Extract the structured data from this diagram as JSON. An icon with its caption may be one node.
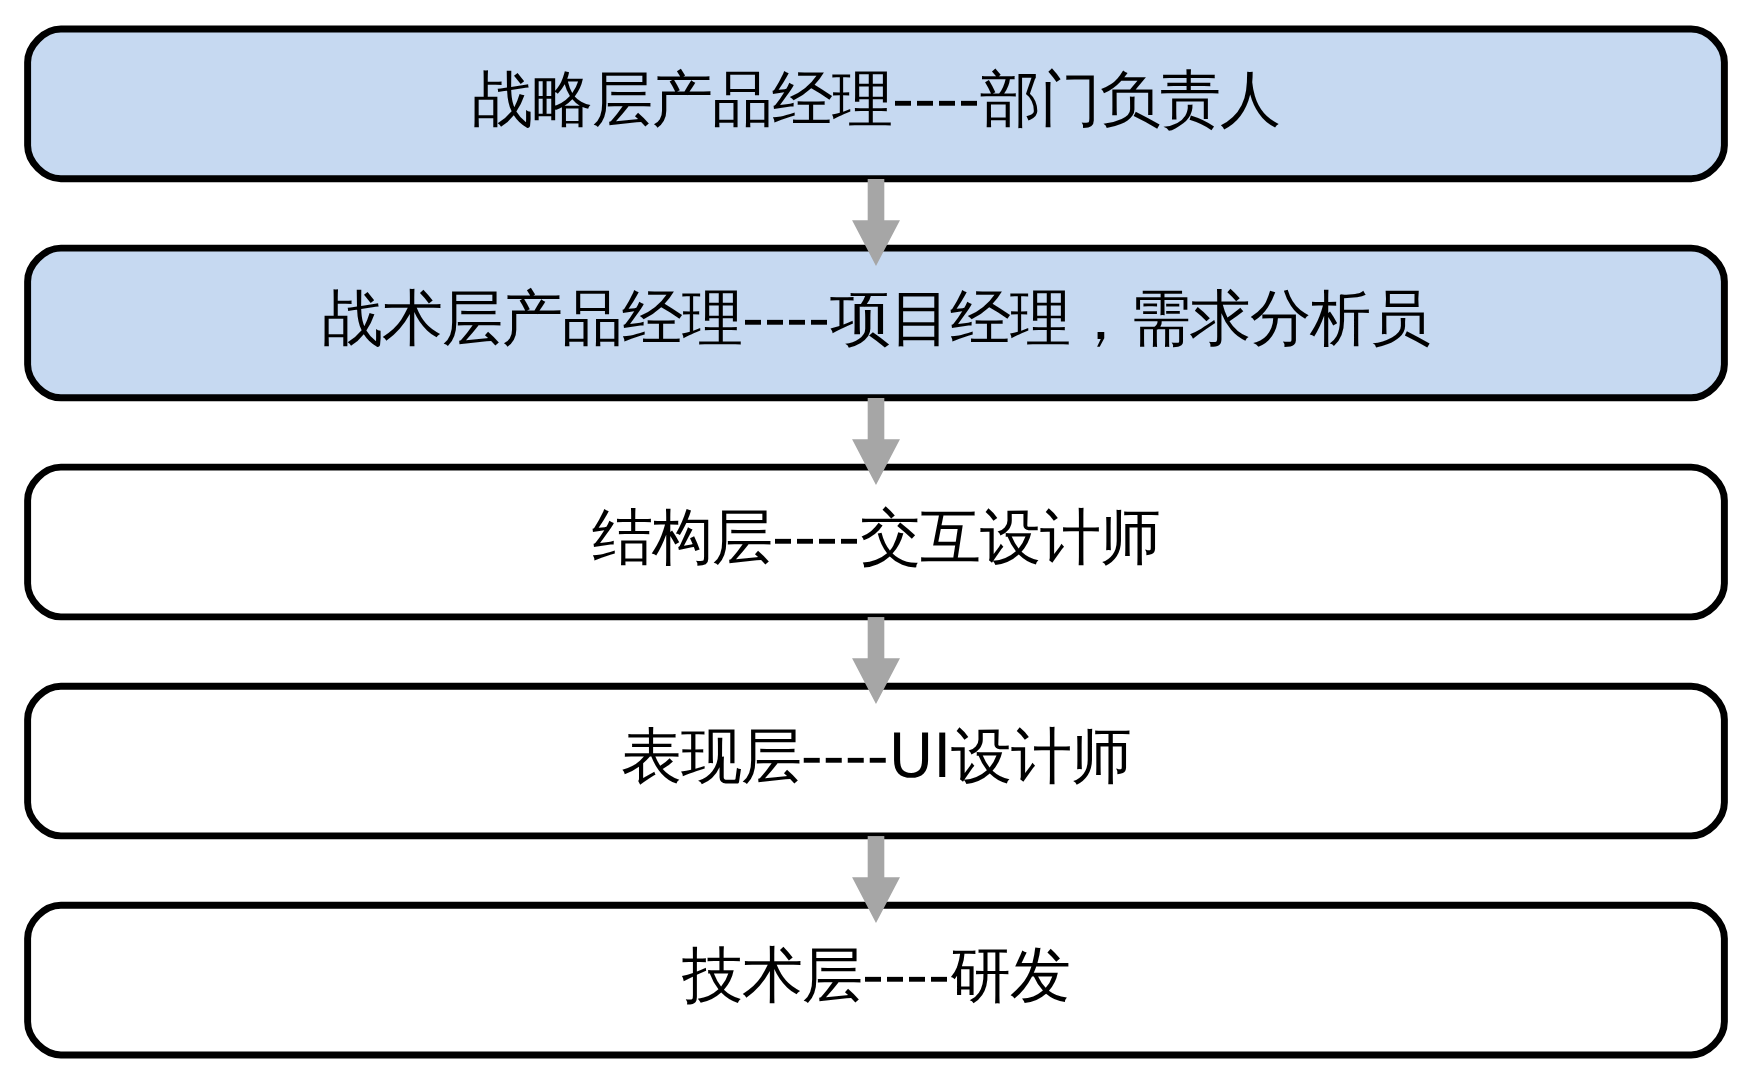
{
  "diagram": {
    "nodes": [
      {
        "text": [
          "战略层产品经理----部门负责人"
        ]
      },
      {
        "text": [
          "战术层产品经理----项目经理，需求分析员"
        ]
      },
      {
        "text": [
          "结构层----交互设计师"
        ]
      },
      {
        "text": [
          "表现层----UI设计师"
        ]
      },
      {
        "text": [
          "技术层----研发"
        ]
      }
    ],
    "edges": [
      {
        "from": 0,
        "to": 1,
        "arrow": "to"
      },
      {
        "from": 1,
        "to": 2,
        "arrow": "to"
      },
      {
        "from": 2,
        "to": 3,
        "arrow": "to"
      },
      {
        "from": 3,
        "to": 4,
        "arrow": "to"
      }
    ]
  }
}
